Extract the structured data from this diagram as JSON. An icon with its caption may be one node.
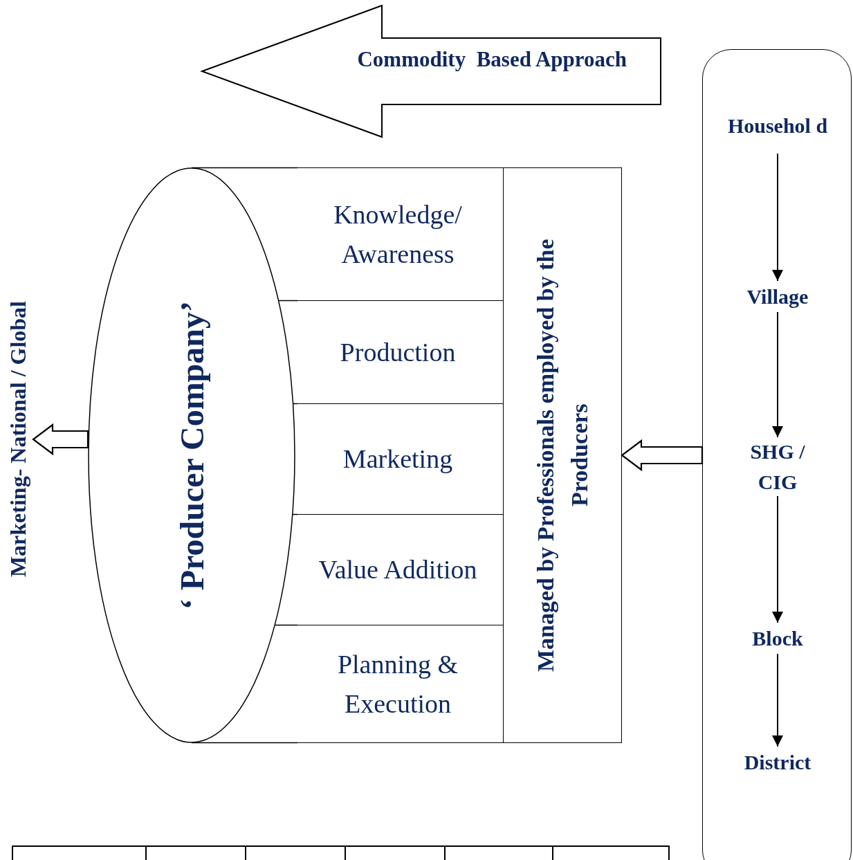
{
  "diagram": {
    "nodes": [
      {
        "text": [
          "Commodity  Based Approach"
        ]
      },
      {
        "text": [
          "Marketing- National / Global"
        ]
      },
      {
        "text": [
          "‘ Producer Company’"
        ]
      },
      {
        "text": [
          "Knowledge/ Awareness"
        ]
      },
      {
        "text": [
          "Production"
        ]
      },
      {
        "text": [
          "Marketing"
        ]
      },
      {
        "text": [
          "Value Addition"
        ]
      },
      {
        "text": [
          "Planning & Execution"
        ]
      },
      {
        "text": [
          "Managed by Professionals employed by the Producers"
        ]
      },
      {
        "text": [],
        "shape": "box"
      },
      {
        "text": [
          "Househol d"
        ],
        "in": 9
      },
      {
        "text": [
          "Village"
        ],
        "in": 9
      },
      {
        "text": [
          "SHG / CIG"
        ],
        "in": 9
      },
      {
        "text": [
          "Block"
        ],
        "in": 9
      },
      {
        "text": [
          "District"
        ],
        "in": 9
      }
    ],
    "edges": [
      {
        "from": 2,
        "to": 1,
        "arrow": "to",
        "style": "thick"
      },
      {
        "from": 9,
        "to": 8,
        "arrow": "to",
        "style": "thick"
      },
      {
        "from": 10,
        "to": 11,
        "arrow": "to"
      },
      {
        "from": 11,
        "to": 12,
        "arrow": "to"
      },
      {
        "from": 12,
        "to": 13,
        "arrow": "to"
      },
      {
        "from": 13,
        "to": 14,
        "arrow": "to"
      }
    ]
  }
}
